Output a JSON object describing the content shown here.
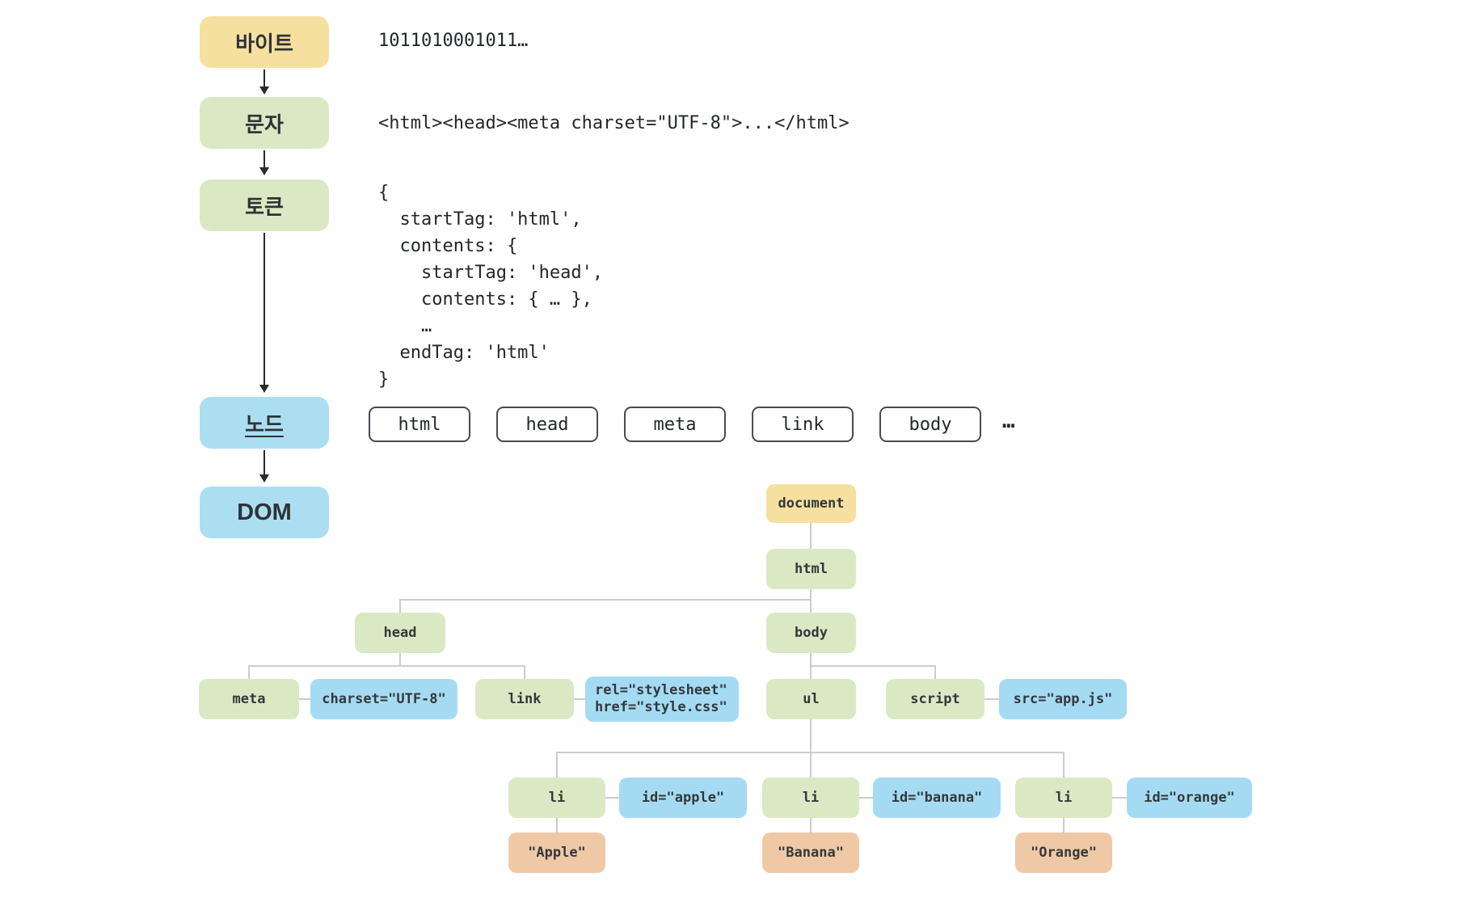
{
  "pipeline": {
    "stages": [
      {
        "label": "바이트"
      },
      {
        "label": "문자"
      },
      {
        "label": "토큰"
      },
      {
        "label": "노드"
      },
      {
        "label": "DOM"
      }
    ],
    "byte_stream": "1011010001011…",
    "char_stream": "<html><head><meta charset=\"UTF-8\">...</html>",
    "token_code": "{\n  startTag: 'html',\n  contents: {\n    startTag: 'head',\n    contents: { … },\n    …\n  endTag: 'html'\n}",
    "node_row": [
      "html",
      "head",
      "meta",
      "link",
      "body"
    ],
    "node_row_ellipsis": "…"
  },
  "dom_tree": {
    "document": "document",
    "html": "html",
    "head": "head",
    "body": "body",
    "meta": "meta",
    "meta_attr": "charset=\"UTF-8\"",
    "link": "link",
    "link_attr": "rel=\"stylesheet\"\nhref=\"style.css\"",
    "ul": "ul",
    "script": "script",
    "script_attr": "src=\"app.js\"",
    "li_items": [
      {
        "tag": "li",
        "attr": "id=\"apple\"",
        "text": "\"Apple\""
      },
      {
        "tag": "li",
        "attr": "id=\"banana\"",
        "text": "\"Banana\""
      },
      {
        "tag": "li",
        "attr": "id=\"orange\"",
        "text": "\"Orange\""
      }
    ]
  },
  "colors": {
    "stage_yellow": "#F6E0A0",
    "stage_green": "#DAE9C4",
    "stage_blue": "#ACDEF2",
    "attr_blue": "#A5DBF2",
    "text_node_tan": "#EFC9A5",
    "connector_gray": "#C9CDD2",
    "arrow_dark": "#2A2A2A",
    "node_border": "#464C52"
  }
}
